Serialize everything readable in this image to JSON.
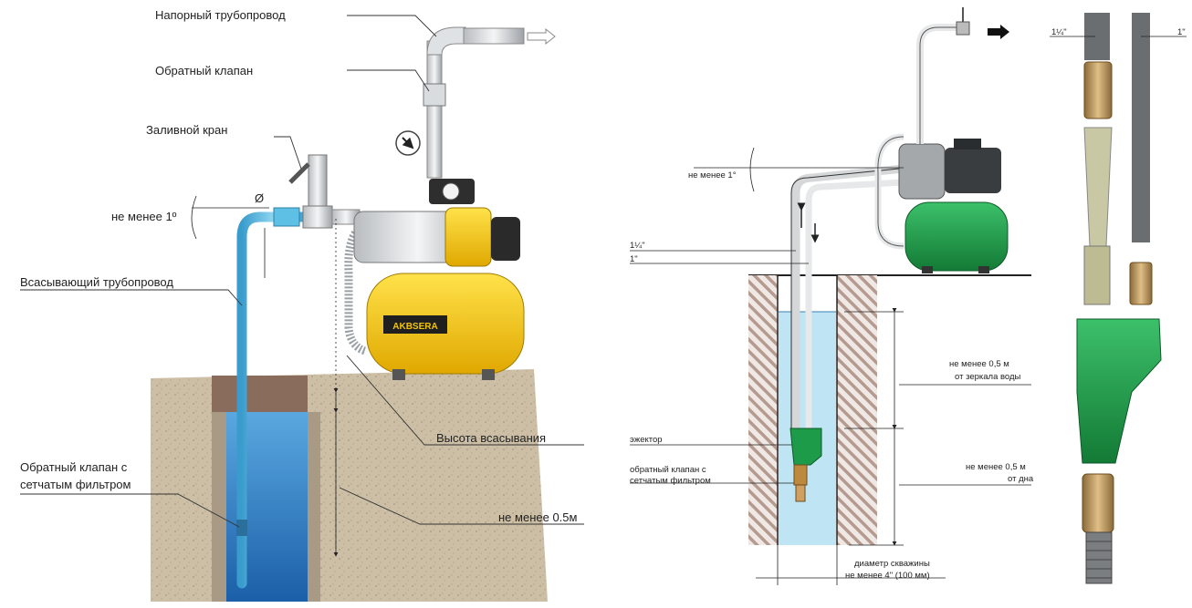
{
  "left_diagram": {
    "labels": {
      "pressure_pipe": "Напорный трубопровод",
      "check_valve": "Обратный клапан",
      "fill_tap": "Заливной кран",
      "min_slope": "не менее 1º",
      "diameter_symbol": "Ø",
      "suction_pipe": "Всасывающий трубопровод",
      "foot_valve_line1": "Обратный клапан с",
      "foot_valve_line2": "сетчатым фильтром",
      "suction_height": "Высота всасывания",
      "min_depth": "не менее 0.5м"
    },
    "pump_brand": "AKBSERA"
  },
  "right_diagram": {
    "labels": {
      "min_slope": "не менее 1°",
      "pipe_large": "1¼\"",
      "pipe_small": "1\"",
      "mirror_line1": "не менее 0,5 м",
      "mirror_line2": "от зеркала воды",
      "ejector": "эжектор",
      "foot_valve_line1": "обратный клапан с",
      "foot_valve_line2": "сетчатым фильтром",
      "bottom_line1": "не менее 0,5 м",
      "bottom_line2": "от дна",
      "well_diameter_line1": "диаметр скважины",
      "well_diameter_line2": "не менее 4\" (100 мм)"
    }
  },
  "parts_strip": {
    "labels": {
      "pipe_large": "1¼\"",
      "pipe_small": "1\""
    }
  },
  "colors": {
    "pump_yellow": "#f2c400",
    "pipe_blue": "#59b8de",
    "water_blue": "#2f7cc6",
    "soil": "#cbbfa8",
    "tank_green": "#1e9b49",
    "water_light": "#bfe5f4",
    "brass": "#b9925a"
  }
}
